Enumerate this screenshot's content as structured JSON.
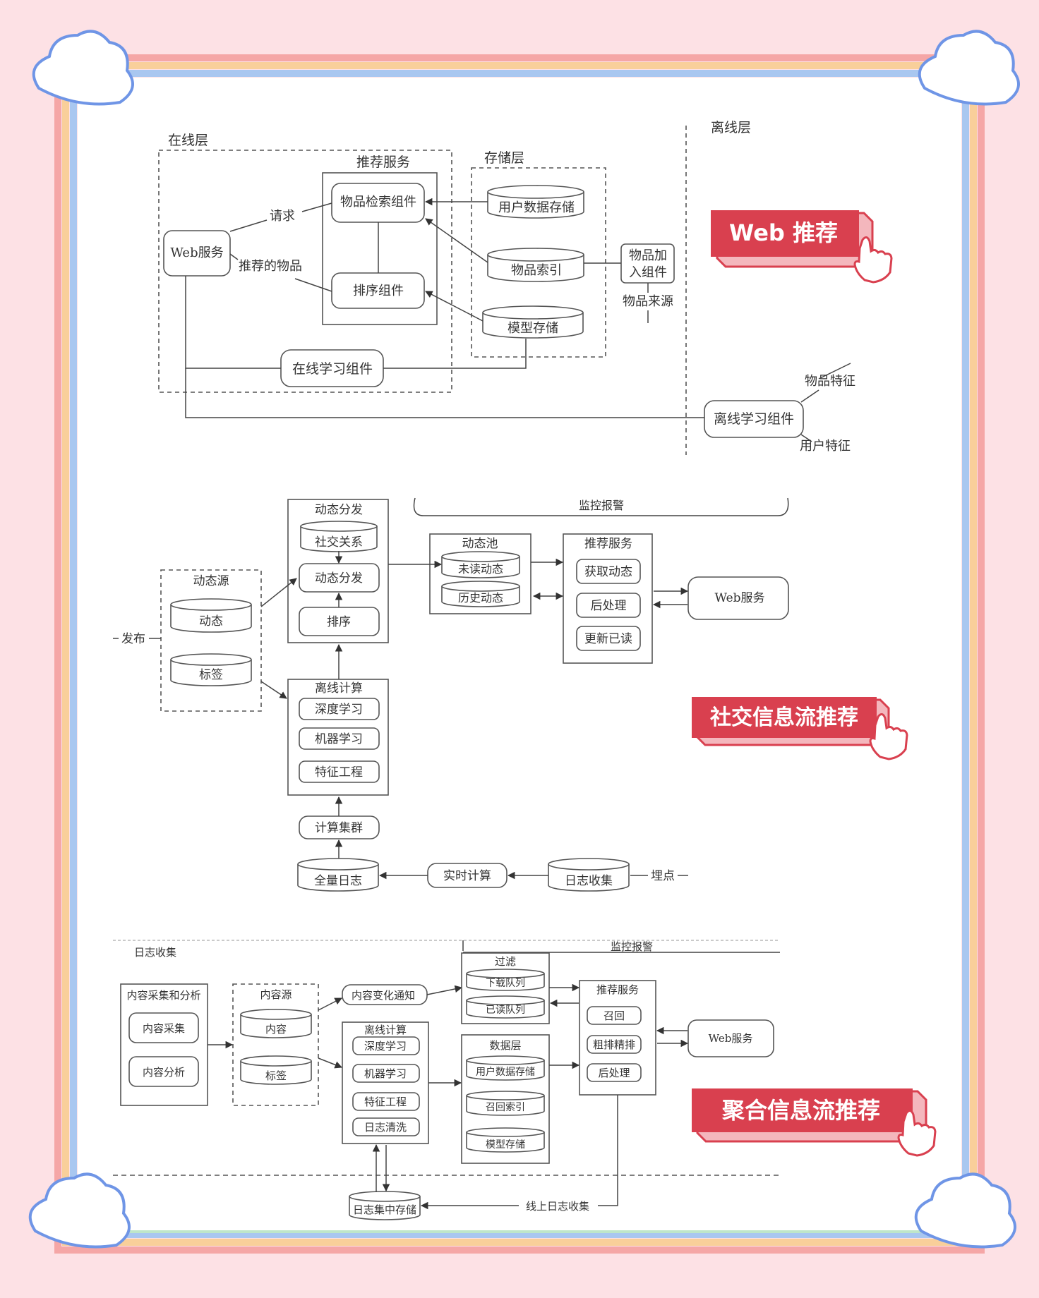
{
  "colors": {
    "background": "#fde1e5",
    "panel": "#ffffff",
    "frame_outer": "#f5a6a6",
    "frame_mid": "#f9cf9a",
    "frame_inner": "#a9c7f0",
    "frame_green": "#bfe6c9",
    "banner": "#d9404f",
    "cloud_stroke": "#6f95e6"
  },
  "banners": {
    "web": "Web 推荐",
    "social": "社交信息流推荐",
    "aggregate": "聚合信息流推荐"
  },
  "d1": {
    "online_layer": "在线层",
    "offline_layer": "离线层",
    "rec_service": "推荐服务",
    "storage_layer": "存储层",
    "web_service": "Web服务",
    "request": "请求",
    "recommended_items": "推荐的物品",
    "item_retrieval": "物品检索组件",
    "ranking": "排序组件",
    "user_data_storage": "用户数据存储",
    "item_index": "物品索引",
    "model_storage": "模型存储",
    "item_add_line1": "物品加",
    "item_add_line2": "入组件",
    "item_source": "物品来源",
    "online_learning": "在线学习组件",
    "offline_learning": "离线学习组件",
    "item_features": "物品特征",
    "user_features": "用户特征"
  },
  "d2": {
    "dyn_dispatch_title": "动态分发",
    "social_relation": "社交关系",
    "dyn_dispatch": "动态分发",
    "sort": "排序",
    "dyn_source": "动态源",
    "dynamic": "动态",
    "tag": "标签",
    "publish": "发布",
    "monitor": "监控报警",
    "dyn_pool": "动态池",
    "unread": "未读动态",
    "history": "历史动态",
    "rec_service": "推荐服务",
    "fetch": "获取动态",
    "postprocess": "后处理",
    "update_read": "更新已读",
    "web_service": "Web服务",
    "offline_compute": "离线计算",
    "deep_learning": "深度学习",
    "machine_learning": "机器学习",
    "feature_eng": "特征工程",
    "cluster": "计算集群",
    "full_log": "全量日志",
    "realtime": "实时计算",
    "log_collect": "日志收集",
    "tracking": "埋点"
  },
  "d3": {
    "log_collect": "日志收集",
    "monitor": "监控报警",
    "collect_analyze": "内容采集和分析",
    "content_collect": "内容采集",
    "content_analyze": "内容分析",
    "content_source": "内容源",
    "content": "内容",
    "tag": "标签",
    "change_notice": "内容变化通知",
    "filter": "过滤",
    "download_queue": "下载队列",
    "read_queue": "已读队列",
    "rec_service": "推荐服务",
    "recall": "召回",
    "coarse_fine": "粗排精排",
    "postprocess": "后处理",
    "web_service": "Web服务",
    "offline_compute": "离线计算",
    "deep_learning": "深度学习",
    "machine_learning": "机器学习",
    "feature_eng": "特征工程",
    "log_clean": "日志清洗",
    "data_layer": "数据层",
    "user_data": "用户数据存储",
    "recall_index": "召回索引",
    "model_storage": "模型存储",
    "central_log": "日志集中存储",
    "online_log": "线上日志收集"
  }
}
